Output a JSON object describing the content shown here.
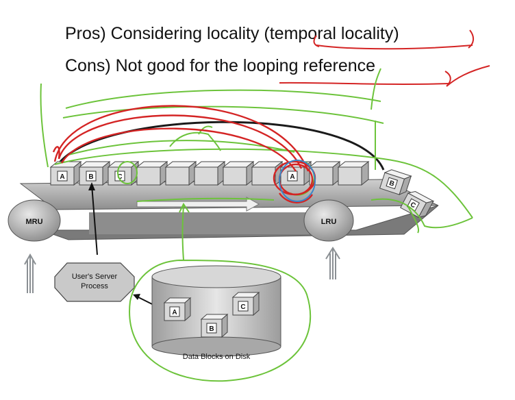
{
  "heading": {
    "pros": "Pros) Considering locality (temporal locality)",
    "cons": "Cons) Not good for the looping reference"
  },
  "conveyor": {
    "mru_label": "MRU",
    "lru_label": "LRU",
    "blocks": [
      "A",
      "B",
      "C",
      "",
      "",
      "",
      "",
      "",
      "",
      "A",
      "",
      ""
    ],
    "falling_blocks": [
      "B",
      "C"
    ]
  },
  "process": {
    "line1": "User's Server",
    "line2": "Process"
  },
  "disk": {
    "blocks": [
      "A",
      "C",
      "B"
    ],
    "caption": "Data Blocks on Disk"
  },
  "colors": {
    "annotation_red": "#d42424",
    "annotation_green": "#6cc33a",
    "annotation_blue": "#3a86c8",
    "arrow_gray": "#8a8f93"
  }
}
